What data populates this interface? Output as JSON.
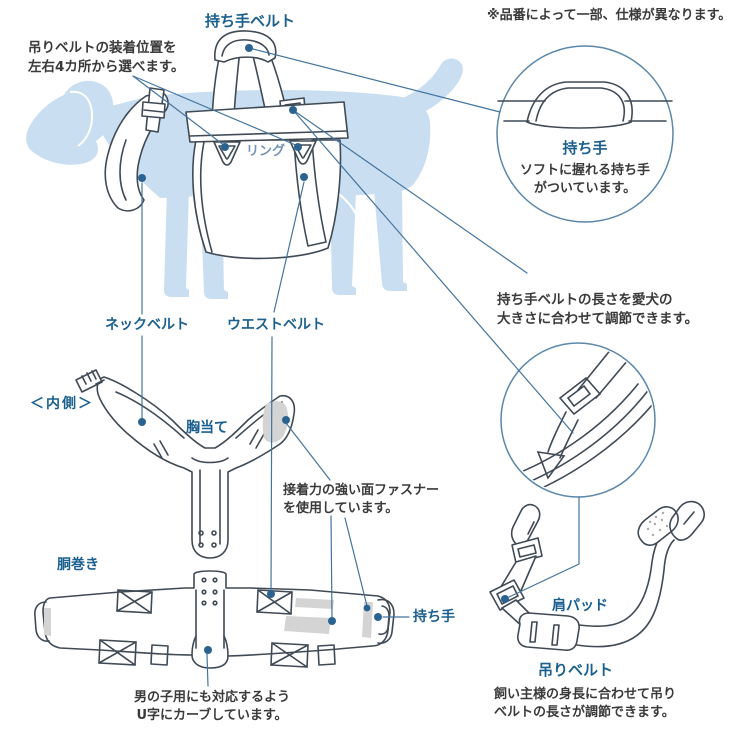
{
  "page": {
    "note": "※品番によって一部、仕様が異なります。"
  },
  "labels": {
    "handle_belt": "持ち手ベルト",
    "ring": "リング",
    "neck_belt": "ネックベルト",
    "waist_belt": "ウエストベルト",
    "inner_side": "＜内側＞",
    "chest_pad": "胸当て",
    "body_wrap": "胴巻き",
    "handle": "持ち手",
    "shoulder_pad": "肩パッド",
    "hanging_belt": "吊りベルト"
  },
  "annotations": {
    "hanging_position": {
      "line1": "吊りベルトの装着位置を",
      "line2": "左右4カ所から選べます。"
    },
    "handle_belt_adjust": {
      "line1": "持ち手ベルトの長さを愛犬の",
      "line2": "大きさに合わせて調節できます。"
    },
    "velcro": {
      "line1": "接着力の強い面ファスナー",
      "line2": "を使用しています。"
    },
    "u_shape": {
      "line1": "男の子用にも対応するよう",
      "line2": "U字にカーブしています。"
    },
    "hanging_belt_adjust": {
      "line1": "飼い主様の身長に合わせて吊り",
      "line2": "ベルトの長さが調節できます。"
    }
  },
  "inset_handle": {
    "title": "持ち手",
    "desc_line1": "ソフトに握れる持ち手",
    "desc_line2": "がついています。"
  },
  "colors": {
    "label_blue": "#1a5f8e",
    "body_text": "#3a3a3a",
    "leader_line": "#44749e",
    "marker_dot": "#2b6390",
    "dog_silhouette": "#c9def0",
    "line_art": "#3f4a55",
    "ring_label": "#7494b3",
    "velcro_gray": "#d4d4d4",
    "circle_stroke": "#5b87aa",
    "background": "#ffffff"
  }
}
